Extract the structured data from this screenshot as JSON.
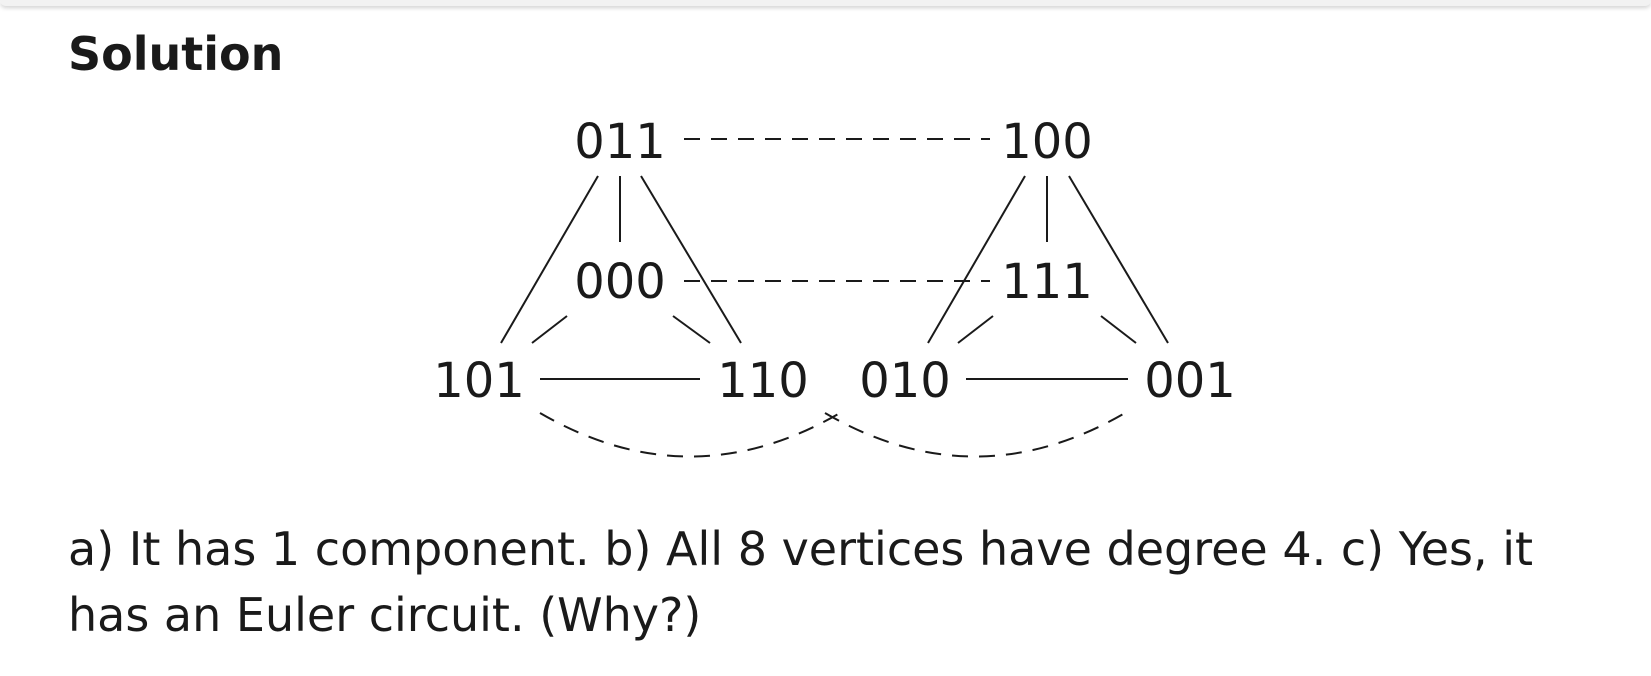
{
  "heading": "Solution",
  "graph": {
    "vertices": [
      "011",
      "100",
      "000",
      "111",
      "101",
      "110",
      "010",
      "001"
    ]
  },
  "answer": "a) It has 1 component. b) All 8 vertices have degree 4. c) Yes, it has an Euler circuit. (Why?)"
}
